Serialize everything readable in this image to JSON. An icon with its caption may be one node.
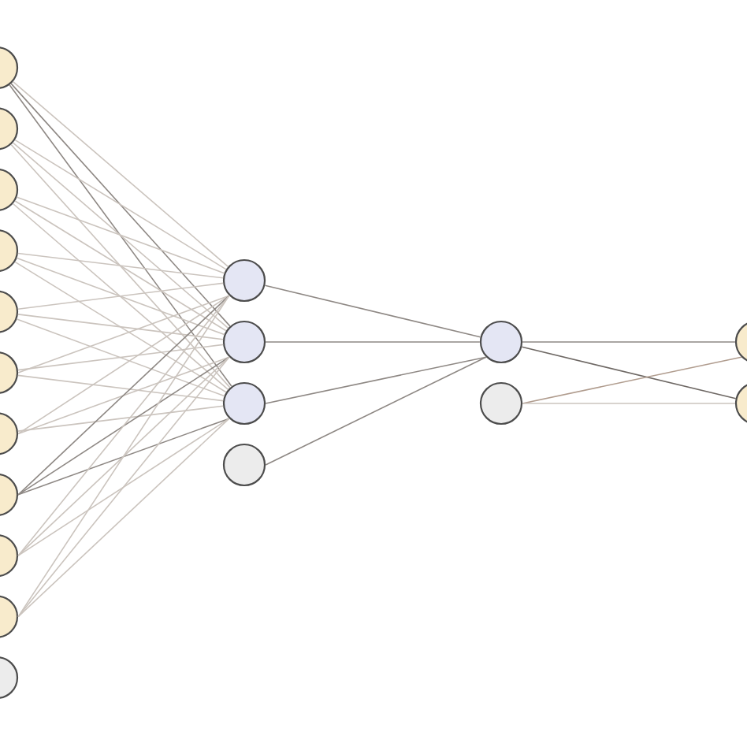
{
  "diagram": {
    "nodes": [
      {
        "text": [],
        "shape": "circle"
      },
      {
        "text": [],
        "shape": "circle"
      },
      {
        "text": [],
        "shape": "circle"
      },
      {
        "text": [],
        "shape": "circle"
      },
      {
        "text": [],
        "shape": "circle"
      },
      {
        "text": [],
        "shape": "circle"
      },
      {
        "text": [],
        "shape": "circle"
      },
      {
        "text": [],
        "shape": "circle"
      },
      {
        "text": [],
        "shape": "circle"
      },
      {
        "text": [],
        "shape": "circle"
      },
      {
        "text": [],
        "shape": "circle"
      },
      {
        "text": [],
        "shape": "circle"
      },
      {
        "text": [],
        "shape": "circle"
      },
      {
        "text": [],
        "shape": "circle"
      },
      {
        "text": [],
        "shape": "circle"
      },
      {
        "text": [],
        "shape": "circle"
      },
      {
        "text": [],
        "shape": "circle"
      },
      {
        "text": [],
        "shape": "circle"
      },
      {
        "text": [],
        "shape": "circle"
      }
    ],
    "edges": [
      {
        "from": 0,
        "to": 11,
        "arrow": "none"
      },
      {
        "from": 0,
        "to": 12,
        "arrow": "none",
        "color": "#8e8884"
      },
      {
        "from": 0,
        "to": 13,
        "arrow": "none",
        "color": "#8e8884"
      },
      {
        "from": 1,
        "to": 11,
        "arrow": "none"
      },
      {
        "from": 1,
        "to": 12,
        "arrow": "none"
      },
      {
        "from": 1,
        "to": 13,
        "arrow": "none"
      },
      {
        "from": 2,
        "to": 11,
        "arrow": "none"
      },
      {
        "from": 2,
        "to": 12,
        "arrow": "none"
      },
      {
        "from": 2,
        "to": 13,
        "arrow": "none"
      },
      {
        "from": 3,
        "to": 11,
        "arrow": "none"
      },
      {
        "from": 3,
        "to": 12,
        "arrow": "none"
      },
      {
        "from": 3,
        "to": 13,
        "arrow": "none"
      },
      {
        "from": 4,
        "to": 11,
        "arrow": "none"
      },
      {
        "from": 4,
        "to": 12,
        "arrow": "none"
      },
      {
        "from": 4,
        "to": 13,
        "arrow": "none"
      },
      {
        "from": 5,
        "to": 11,
        "arrow": "none"
      },
      {
        "from": 5,
        "to": 12,
        "arrow": "none"
      },
      {
        "from": 5,
        "to": 13,
        "arrow": "none"
      },
      {
        "from": 6,
        "to": 11,
        "arrow": "none"
      },
      {
        "from": 6,
        "to": 12,
        "arrow": "none"
      },
      {
        "from": 6,
        "to": 13,
        "arrow": "none"
      },
      {
        "from": 7,
        "to": 11,
        "arrow": "none",
        "color": "#8e8884"
      },
      {
        "from": 7,
        "to": 12,
        "arrow": "none",
        "color": "#8e8884"
      },
      {
        "from": 7,
        "to": 13,
        "arrow": "none",
        "color": "#8e8884"
      },
      {
        "from": 8,
        "to": 11,
        "arrow": "none"
      },
      {
        "from": 8,
        "to": 12,
        "arrow": "none"
      },
      {
        "from": 8,
        "to": 13,
        "arrow": "none"
      },
      {
        "from": 9,
        "to": 11,
        "arrow": "none"
      },
      {
        "from": 9,
        "to": 12,
        "arrow": "none"
      },
      {
        "from": 9,
        "to": 13,
        "arrow": "none"
      },
      {
        "from": 11,
        "to": 15,
        "arrow": "none",
        "color": "#8e8884"
      },
      {
        "from": 12,
        "to": 15,
        "arrow": "none",
        "color": "#8e8884"
      },
      {
        "from": 13,
        "to": 15,
        "arrow": "none",
        "color": "#8e8884"
      },
      {
        "from": 14,
        "to": 15,
        "arrow": "none",
        "color": "#8e8884"
      },
      {
        "from": 15,
        "to": 17,
        "arrow": "none",
        "color": "#8e8884"
      },
      {
        "from": 15,
        "to": 18,
        "arrow": "none",
        "color": "#6e6864"
      },
      {
        "from": 16,
        "to": 17,
        "arrow": "none",
        "color": "#b09c8e"
      },
      {
        "from": 16,
        "to": 18,
        "arrow": "none"
      }
    ]
  }
}
